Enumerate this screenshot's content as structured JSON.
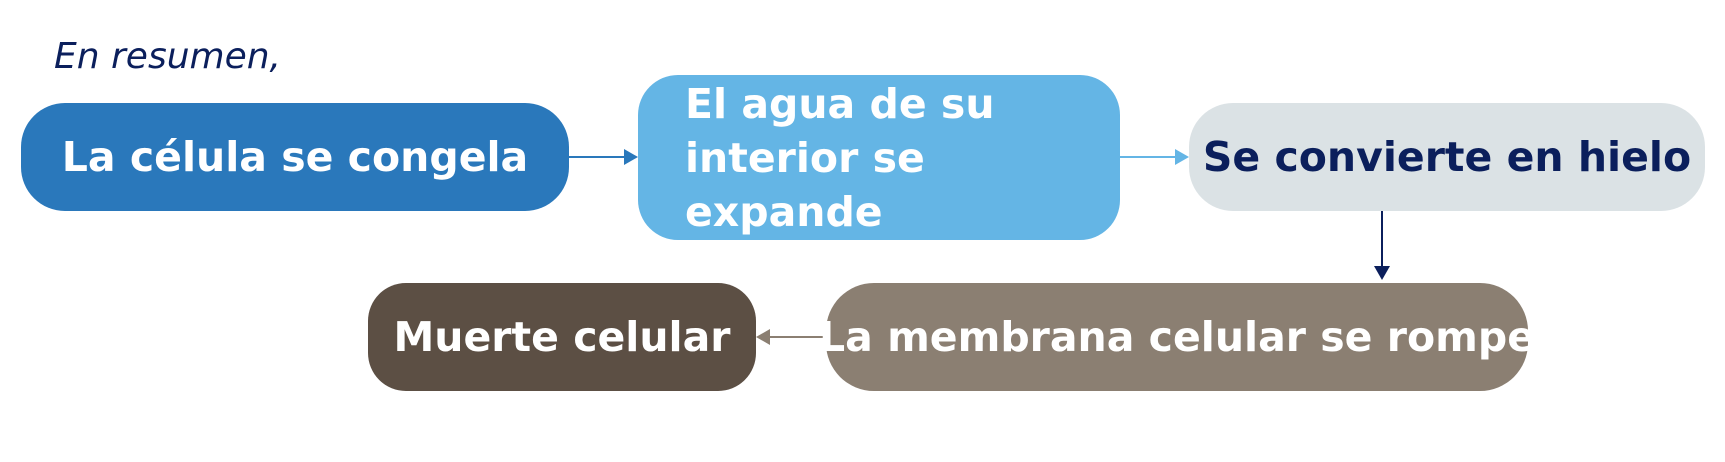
{
  "diagram": {
    "intro": "En resumen,",
    "nodes": [
      {
        "id": "n1",
        "label": "La célula se congela",
        "fill": "#2a78bb",
        "text_color": "#ffffff"
      },
      {
        "id": "n2",
        "label": "El agua de su\ninterior se expande",
        "fill": "#64b5e5",
        "text_color": "#ffffff"
      },
      {
        "id": "n3",
        "label": "Se convierte en hielo",
        "fill": "#dbe2e5",
        "text_color": "#0b1f5c"
      },
      {
        "id": "n4",
        "label": "La membrana celular se rompe",
        "fill": "#8b7f72",
        "text_color": "#ffffff"
      },
      {
        "id": "n5",
        "label": "Muerte celular",
        "fill": "#5c4f44",
        "text_color": "#ffffff"
      }
    ],
    "edges": [
      {
        "from": "n1",
        "to": "n2",
        "color": "#2a78bb"
      },
      {
        "from": "n2",
        "to": "n3",
        "color": "#64b5e5"
      },
      {
        "from": "n3",
        "to": "n4",
        "color": "#0b1f5c"
      },
      {
        "from": "n4",
        "to": "n5",
        "color": "#8b7f72"
      }
    ]
  }
}
